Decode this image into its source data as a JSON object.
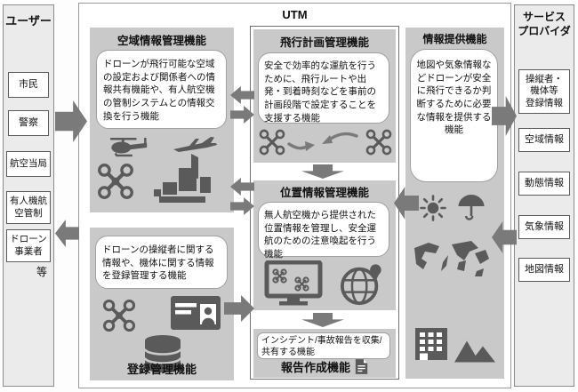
{
  "users": {
    "title": "ユーザー",
    "items": [
      "市民",
      "警察",
      "航空当局",
      "有人機航\n空管制",
      "ドローン\n事業者"
    ],
    "etc": "等"
  },
  "utm": {
    "title": "UTM",
    "airspace": {
      "title": "空域情報管理機能",
      "desc": "ドローンが飛行可能な空域の設定および関係者への情報共有機能や、有人航空機の管制システムとの情報交換を行う機能"
    },
    "flight_plan": {
      "title": "飛行計画管理機能",
      "desc": "安全で効率的な運航を行うために、飛行ルートや出発・到着時刻などを事前の計画段階で設定することを支援する機能"
    },
    "position": {
      "title": "位置情報管理機能",
      "desc": "無人航空機から提供された位置情報を管理し、安全運航のための注意喚起を行う機能"
    },
    "report": {
      "title": "報告作成機能",
      "desc": "インシデント/事故報告を収集/共有する機能"
    },
    "registration": {
      "title": "登録管理機能",
      "desc": "ドローンの操縦者に関する情報や、機体に関する情報を登録管理する機能"
    },
    "info_provision": {
      "title": "情報提供機能",
      "desc": "地図や気象情報などドローンが安全に飛行できるか判断するために必要な情報を提供する機能"
    }
  },
  "provider": {
    "title": "サービス\nプロバイダ",
    "items": [
      "操縦者・\n機体等\n登録情報",
      "空域情報",
      "動態情報",
      "気象情報",
      "地図情報"
    ]
  },
  "icons": [
    "helicopter-icon",
    "airplane-icon",
    "drone-icon",
    "city-icon",
    "drone-route-arrows-icon",
    "monitor-drones-icon",
    "globe-pin-icon",
    "id-card-icon",
    "database-icon",
    "document-icon",
    "sun-icon",
    "umbrella-icon",
    "world-map-icon",
    "building-icon",
    "mountains-icon"
  ],
  "colors": {
    "panel": "#c9c9c9",
    "side_panel": "#ebebeb",
    "arrow": "#7a7a7a",
    "icon": "#5a5a5a",
    "border": "#8c8c8c"
  }
}
